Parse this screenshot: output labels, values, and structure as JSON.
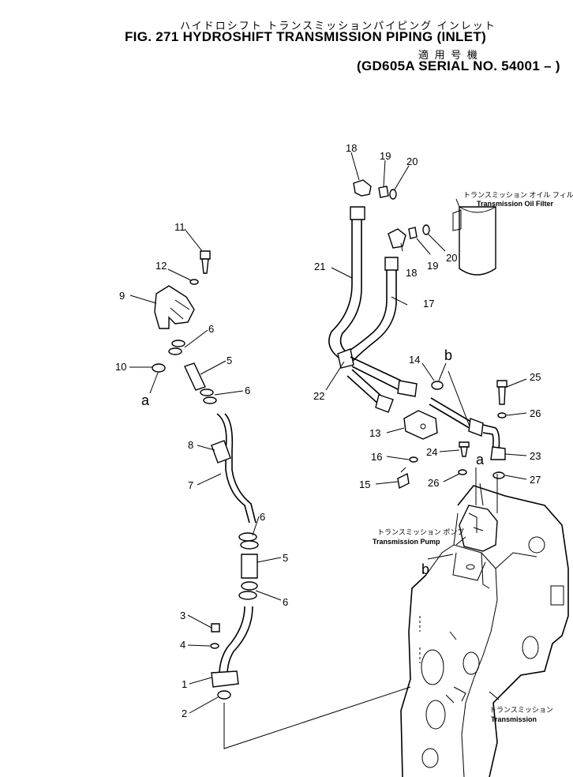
{
  "header": {
    "title_jp": "ハイドロシフト トランスミッションパイピング インレット",
    "title_en": "FIG. 271  HYDROSHIFT TRANSMISSION PIPING (INLET)",
    "applicability_jp": "適 用 号 機",
    "serial": "(GD605A SERIAL NO. 54001 – )"
  },
  "components": {
    "filter_jp": "トランスミッション オイル フィルタ",
    "filter_en": "Transmission Oil Filter",
    "pump_jp": "トランスミッション ポンプ",
    "pump_en": "Transmission Pump",
    "transmission_jp": "トランスミッション",
    "transmission_en": "Transmission"
  },
  "callouts": {
    "c1": "1",
    "c2": "2",
    "c3": "3",
    "c4": "4",
    "c5a": "5",
    "c5b": "5",
    "c6a": "6",
    "c6b": "6",
    "c6c": "6",
    "c6d": "6",
    "c7": "7",
    "c8": "8",
    "c9": "9",
    "c10": "10",
    "c11": "11",
    "c12": "12",
    "c13": "13",
    "c14": "14",
    "c15": "15",
    "c16": "16",
    "c17": "17",
    "c18a": "18",
    "c18b": "18",
    "c19a": "19",
    "c19b": "19",
    "c20a": "20",
    "c20b": "20",
    "c21": "21",
    "c22": "22",
    "c23": "23",
    "c24": "24",
    "c25": "25",
    "c26a": "26",
    "c26b": "26",
    "c27": "27"
  },
  "refs": {
    "a1": "a",
    "a2": "a",
    "b1": "b",
    "b2": "b"
  }
}
